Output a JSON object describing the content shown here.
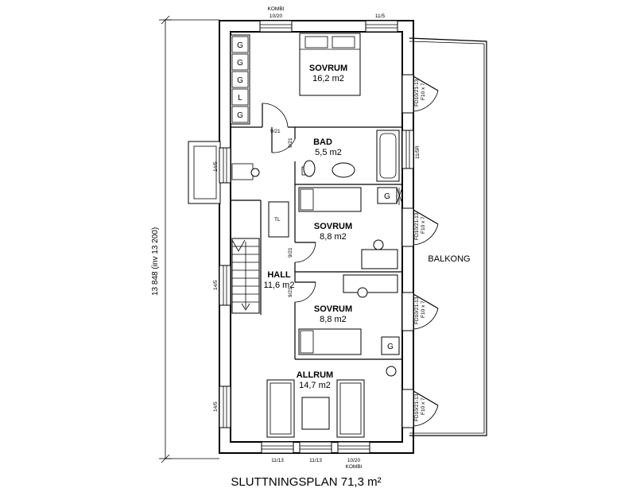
{
  "title": "SLUTTNINGSPLAN 71,3 m²",
  "dimension_label": "13 848 (inv 13 200)",
  "rooms": [
    {
      "name": "SOVRUM",
      "area": "16,2 m2"
    },
    {
      "name": "BAD",
      "area": "5,5 m2"
    },
    {
      "name": "SOVRUM",
      "area": "8,8 m2"
    },
    {
      "name": "HALL",
      "area": "11,6 m2"
    },
    {
      "name": "SOVRUM",
      "area": "8,8 m2"
    },
    {
      "name": "ALLRUM",
      "area": "14,7 m2"
    }
  ],
  "balcony_label": "BALKONG",
  "windows": {
    "top_left": {
      "name": "KOMBI",
      "size": "10/20"
    },
    "top_right": "11/5",
    "left_upper": "14/5",
    "left_mid": "14/5",
    "left_lower": "14/5",
    "right_bad": "11/5R",
    "bottom_1": "11/13",
    "bottom_2": "11/13",
    "bottom_3": {
      "size": "10/20",
      "name": "KOMBI"
    }
  },
  "door_labels": {
    "fd_1": "FD10/21-13",
    "fd_1b": "F10 x 7",
    "fd_2": "FD10/21-13",
    "fd_2b": "F10 x 7",
    "fd_3": "FD10/21-13",
    "fd_3b": "F10 x 7",
    "fd_4": "FD10/21-13",
    "fd_4b": "F10 x 7",
    "d_bad_a": "9/21",
    "d_bad_b": "9/21",
    "d_sov2": "9/21",
    "d_sov3": "9/21"
  },
  "wardrobe_labels": [
    "G",
    "G",
    "G",
    "L",
    "G"
  ],
  "wardrobe_small": [
    "G",
    "G"
  ],
  "stair_label": "TL"
}
